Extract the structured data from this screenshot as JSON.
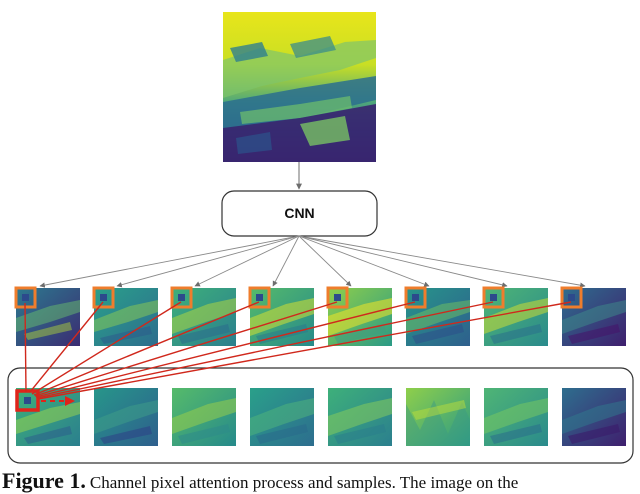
{
  "diagram": {
    "cnn_label": "CNN",
    "feature_map_count": 8,
    "sample_count": 8,
    "colors": {
      "arrow": "#7a7a7a",
      "attention_link": "#d0281c",
      "highlight_box": "#ef7d2c",
      "selected_pixel": "#e0241a",
      "viridis_dark": "#440154",
      "viridis_mid": "#21918c",
      "viridis_light": "#fde725"
    }
  },
  "caption": {
    "label": "Figure 1.",
    "text": "Channel pixel attention process and samples. The image on the"
  }
}
